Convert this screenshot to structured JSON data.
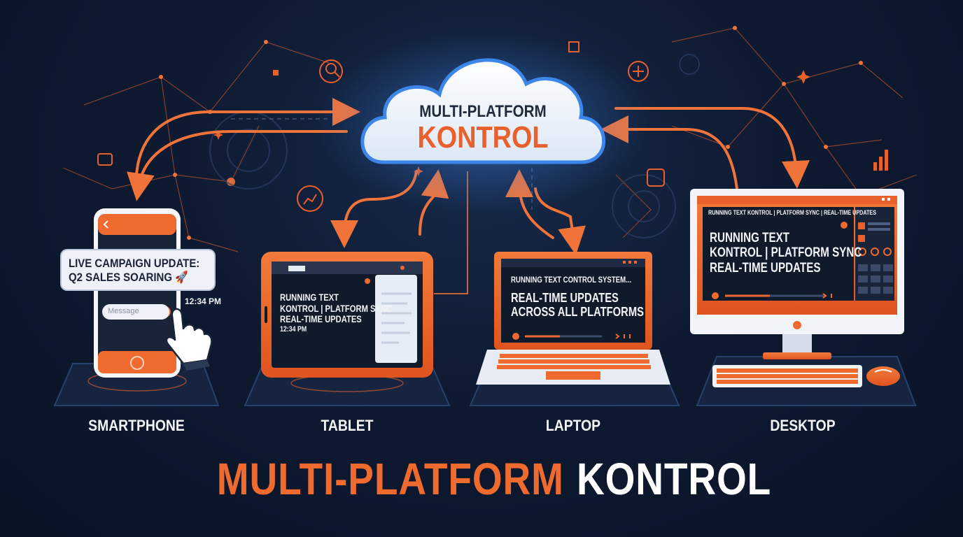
{
  "cloud": {
    "line1": "MULTI-PLATFORM",
    "line2": "KONTROL"
  },
  "devices": {
    "smartphone": {
      "label": "SMARTPHONE",
      "chat_line1": "LIVE CAMPAIGN UPDATE:",
      "chat_line2": "Q2 SALES SOARING",
      "chat_emoji": "🚀",
      "message_placeholder": "Message",
      "time": "12:34 PM"
    },
    "tablet": {
      "label": "TABLET",
      "line1": "RUNNING TEXT",
      "line2": "KONTROL | PLATFORM SYNC",
      "line3": "REAL-TIME UPDATES",
      "time": "12:34 PM"
    },
    "laptop": {
      "label": "LAPTOP",
      "line1": "RUNNING TEXT CONTROL SYSTEM...",
      "line2": "REAL-TIME UPDATES",
      "line3": "ACROSS ALL PLATFORMS"
    },
    "desktop": {
      "label": "DESKTOP",
      "ticker": "RUNNING TEXT KONTROL | PLATFORM SYNC | REAL-TIME UPDATES",
      "line1": "RUNNING TEXT",
      "line2": "KONTROL | PLATFORM SYNC",
      "line3": "REAL-TIME UPDATES"
    }
  },
  "title": {
    "part1": "MULTI-PLATFORM",
    "part2": "KONTROL"
  },
  "colors": {
    "accent": "#ef6a2e",
    "background": "#0e1a31",
    "cloud_glow": "#3b86e8"
  }
}
